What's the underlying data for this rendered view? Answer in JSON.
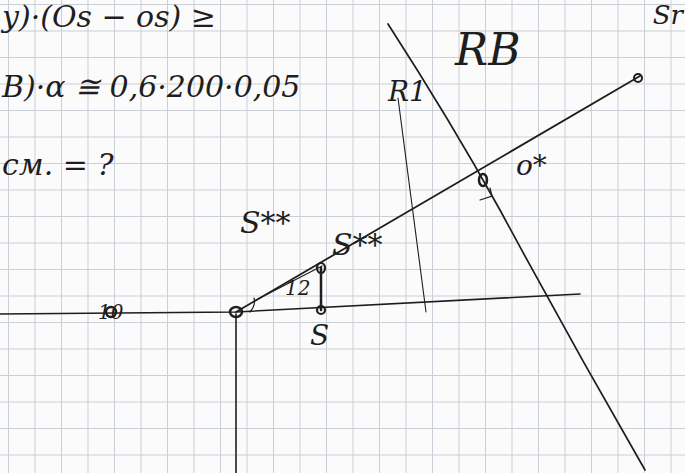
{
  "diagram": {
    "labels": [
      "y)·(Os − os) ≥",
      "B)·α ≅ 0,6·200·0,05",
      "см. = ?",
      "RB",
      "R1",
      "Sr",
      "o*",
      "S**",
      "S**",
      "12",
      "S",
      "10"
    ]
  }
}
